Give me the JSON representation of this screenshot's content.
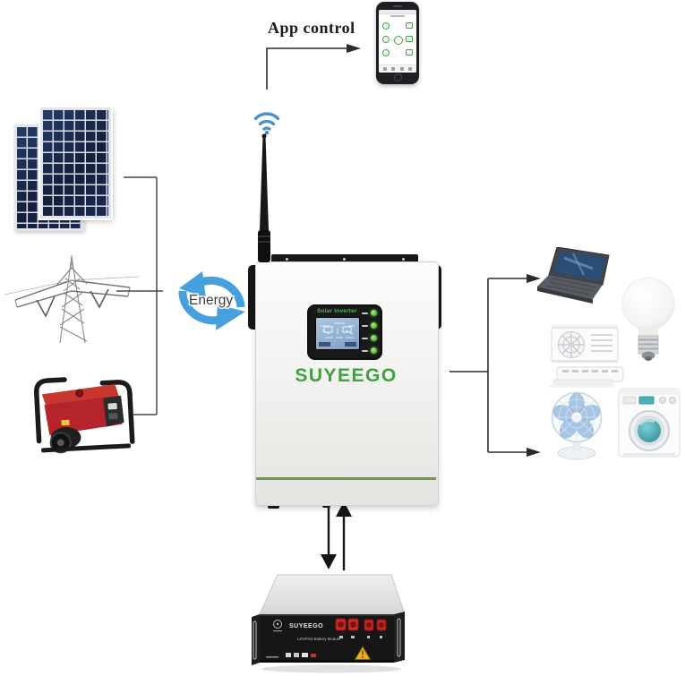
{
  "app_control": {
    "label": "App control"
  },
  "energy": {
    "label": "Energy"
  },
  "inverter": {
    "screen_title": "Solar Inverter",
    "brand": "SUYEEGO",
    "led_count": 4
  },
  "battery": {
    "brand": "SUYEEGO",
    "model_text": "LiFePO4 Battery Module",
    "terminal_count": 4
  },
  "icons": [
    "phone-app-icon",
    "wifi-icon",
    "antenna-icon",
    "solar-panels-icon",
    "power-tower-icon",
    "generator-icon",
    "energy-cycle-icon",
    "laptop-icon",
    "light-bulb-icon",
    "air-conditioner-icon",
    "fan-icon",
    "washing-machine-icon",
    "battery-icon",
    "warning-triangle-icon"
  ],
  "colors": {
    "brand_green": "#3fa23f",
    "energy_blue": "#45a0dd",
    "wifi_blue": "#4a92c9",
    "solar_navy": "#1c2a52",
    "generator_red": "#b5242a",
    "terminal_red": "#cf2b25",
    "warning_yellow": "#eda922",
    "lcd_blue": "#8fb3d6",
    "line_dark": "#2b2b2b"
  }
}
